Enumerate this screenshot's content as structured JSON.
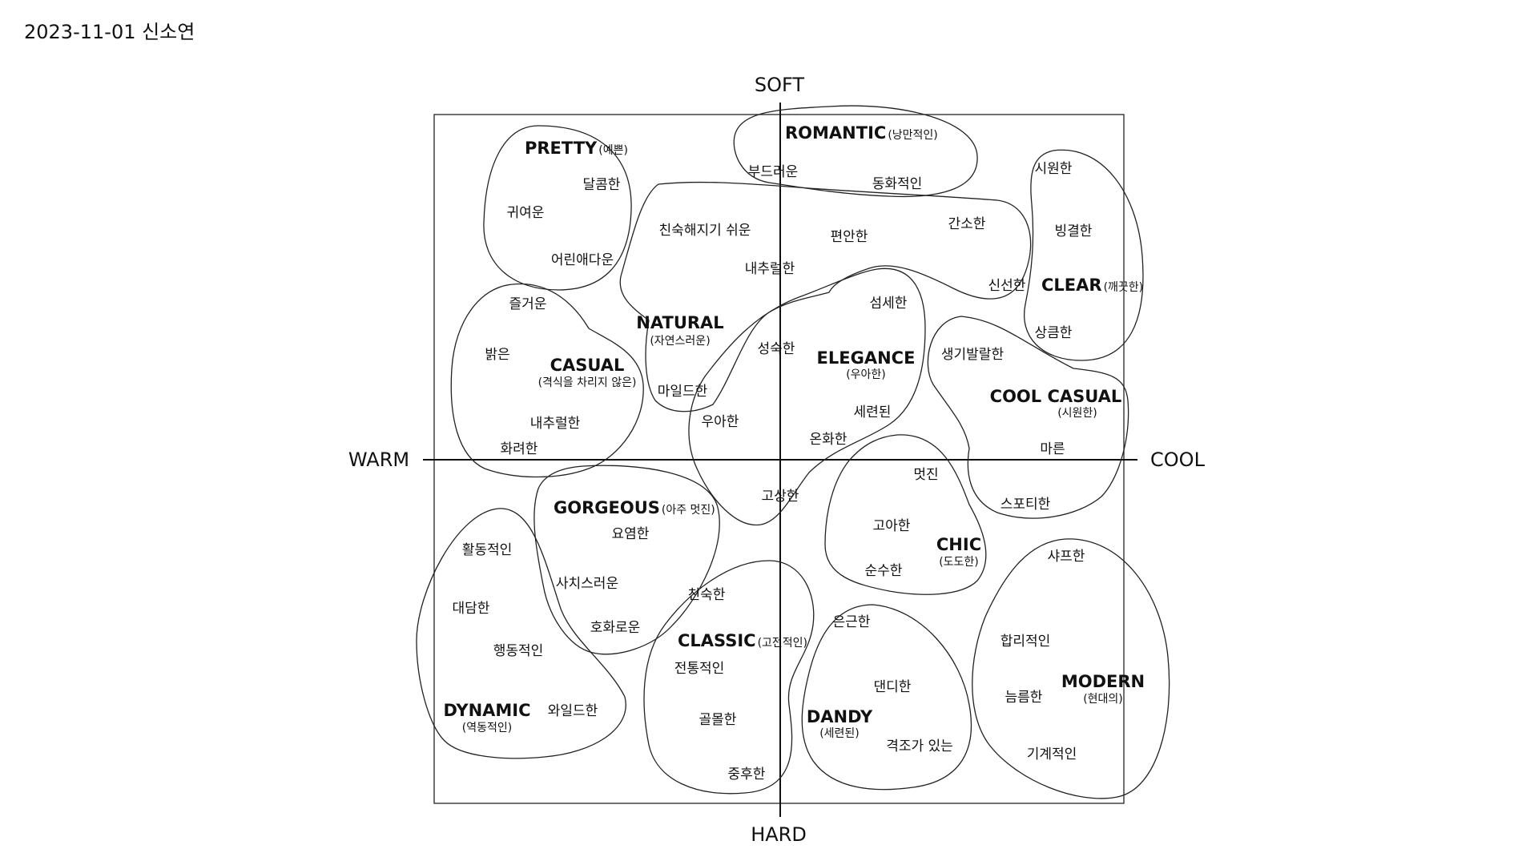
{
  "header": {
    "date_title": "2023-11-01 신소연"
  },
  "axes": {
    "top": "SOFT",
    "bottom": "HARD",
    "left": "WARM",
    "right": "COOL"
  },
  "categories": {
    "pretty": {
      "name": "PRETTY",
      "sub": "(예쁜)"
    },
    "romantic": {
      "name": "ROMANTIC",
      "sub": "(낭만적인)"
    },
    "clear": {
      "name": "CLEAR",
      "sub": "(깨끗한)"
    },
    "natural": {
      "name": "NATURAL",
      "sub": "(자연스러운)"
    },
    "casual": {
      "name": "CASUAL",
      "sub": "(격식을 차리지 않은)"
    },
    "elegance": {
      "name": "ELEGANCE",
      "sub": "(우아한)"
    },
    "cool_casual": {
      "name": "COOL CASUAL",
      "sub": "(시원한)"
    },
    "gorgeous": {
      "name": "GORGEOUS",
      "sub": "(아주 멋진)"
    },
    "chic": {
      "name": "CHIC",
      "sub": "(도도한)"
    },
    "classic": {
      "name": "CLASSIC",
      "sub": "(고전적인)"
    },
    "dynamic": {
      "name": "DYNAMIC",
      "sub": "(역동적인)"
    },
    "dandy": {
      "name": "DANDY",
      "sub": "(세련된)"
    },
    "modern": {
      "name": "MODERN",
      "sub": "(현대의)"
    }
  },
  "words": {
    "sweet": "달콤한",
    "cute": "귀여운",
    "childlike": "어린애다운",
    "soft": "부드러운",
    "fairytale": "동화적인",
    "refreshing": "시원한",
    "icy": "빙결한",
    "fresh": "신선한",
    "crisp": "상큼한",
    "approachable": "친숙해지기 쉬운",
    "comfortable": "편안한",
    "simple": "간소한",
    "plain_soft": "내추럴한",
    "delicate": "섬세한",
    "mature": "성숙한",
    "mild": "마일드한",
    "graceful": "우아한",
    "sophisticated": "세련된",
    "gentle": "온화한",
    "noble": "고상한",
    "joyful": "즐거운",
    "bright": "밝은",
    "plain_casual": "내추럴한",
    "flashy": "화려한",
    "lively": "생기발랄한",
    "dry": "마른",
    "sporty": "스포티한",
    "cool_stylish": "멋진",
    "elegant_classy": "고아한",
    "pure": "순수한",
    "alluring": "요염한",
    "luxurious": "사치스러운",
    "splendid": "호화로운",
    "familiar": "친숙한",
    "active": "활동적인",
    "bold": "대담한",
    "action": "행동적인",
    "wild": "와일드한",
    "traditional": "전통적인",
    "refined": "골몰한",
    "dignified": "중후한",
    "subtle": "은근한",
    "dandy_word": "댄디한",
    "classy": "격조가 있는",
    "sharp": "샤프한",
    "rational": "합리적인",
    "smart": "늠름한",
    "mechanical": "기계적인"
  }
}
